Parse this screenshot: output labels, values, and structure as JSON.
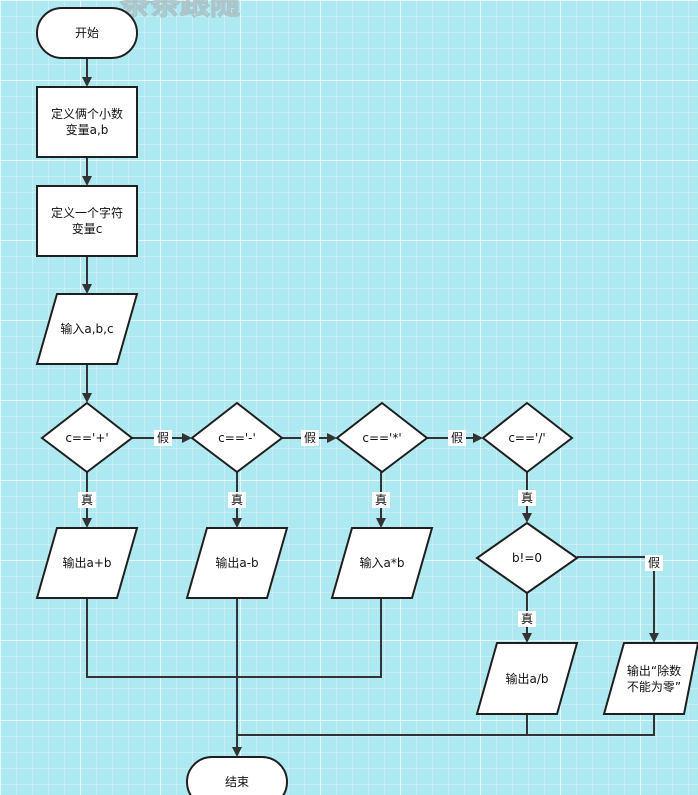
{
  "watermark": "条条跟随",
  "colors": {
    "background": "#aee9f1",
    "shape_fill": "#ffffff",
    "stroke": "#1f1f1f"
  },
  "nodes": {
    "start": {
      "lines": [
        "开始"
      ]
    },
    "define_floats": {
      "lines": [
        "定义俩个小数",
        "变量a,b"
      ]
    },
    "define_char": {
      "lines": [
        "定义一个字符",
        "变量c"
      ]
    },
    "input": {
      "lines": [
        "输入a,b,c"
      ]
    },
    "cond_plus": {
      "lines": [
        "c=='+'"
      ]
    },
    "cond_minus": {
      "lines": [
        "c=='-'"
      ]
    },
    "cond_mul": {
      "lines": [
        "c=='*'"
      ]
    },
    "cond_div": {
      "lines": [
        "c=='/'"
      ]
    },
    "out_plus": {
      "lines": [
        "输出a+b"
      ]
    },
    "out_minus": {
      "lines": [
        "输出a-b"
      ]
    },
    "out_mul": {
      "lines": [
        "输入a*b"
      ]
    },
    "cond_nonzero": {
      "lines": [
        "b!=0"
      ]
    },
    "out_div": {
      "lines": [
        "输出a/b"
      ]
    },
    "out_error": {
      "lines": [
        "输出“除数",
        "不能为零”"
      ]
    },
    "end": {
      "lines": [
        "结束"
      ]
    }
  },
  "edge_labels": {
    "plus_false": "假",
    "minus_false": "假",
    "mul_false": "假",
    "plus_true": "真",
    "minus_true": "真",
    "mul_true": "真",
    "div_true": "真",
    "nonzero_true": "真",
    "nonzero_false": "假"
  }
}
